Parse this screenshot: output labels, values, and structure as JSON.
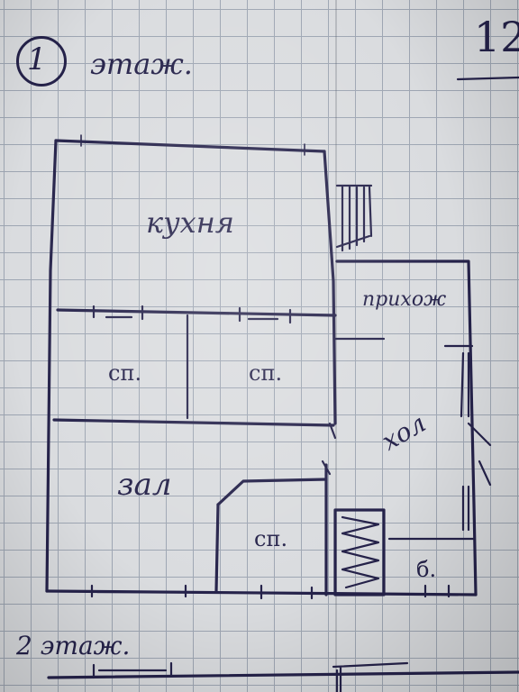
{
  "page": {
    "floor1_number": "1",
    "floor1_title": "этаж.",
    "corner_note": "12",
    "floor2_title": "2 этаж."
  },
  "rooms": {
    "kitchen": "кухня",
    "hallway": "прихож",
    "bedroom_left": "сп.",
    "bedroom_mid": "сп.",
    "hall": "хол",
    "living_room": "зал",
    "bedroom_small": "сп.",
    "bathroom": "б."
  },
  "icons": {
    "stairs_top": "stairs-icon",
    "stairs_bottom": "stairs-zigzag-icon"
  },
  "colors": {
    "ink": "#25224a",
    "paper": "#dadcdf",
    "grid": "#9ea6b3"
  }
}
